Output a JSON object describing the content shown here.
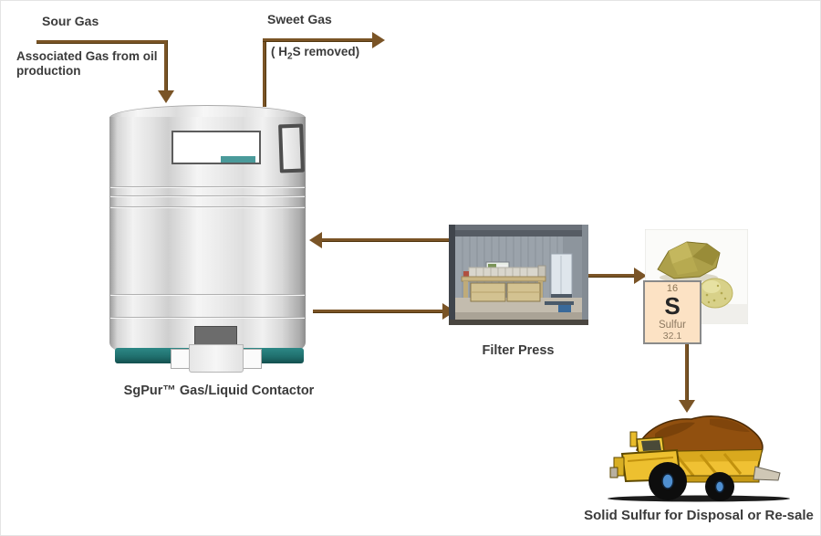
{
  "diagram": {
    "sour_gas_label": "Sour Gas",
    "associated_gas_label": "Associated Gas from oil production",
    "sweet_gas_label": "Sweet Gas",
    "h2s_prefix": "( H",
    "h2s_sub": "2",
    "h2s_suffix": "S removed)",
    "contactor_label": "SgPur™ Gas/Liquid Contactor",
    "filter_press_label": "Filter Press",
    "truck_label": "Solid Sulfur for Disposal or Re-sale"
  },
  "sulfur_tile": {
    "atomic_number": "16",
    "symbol": "S",
    "element_name": "Sulfur",
    "atomic_mass": "32.1",
    "background": "#fce2c4"
  },
  "colors": {
    "arrow": "#7a5426",
    "text": "#3b3b3b",
    "tank_base_teal": "#20706e",
    "tank_window_bar_teal": "#4a9a9a",
    "truck_yellow": "#f0c133",
    "sulfur_load_brown": "#91500f",
    "sulfur_rock_olive": "#ada04a"
  }
}
